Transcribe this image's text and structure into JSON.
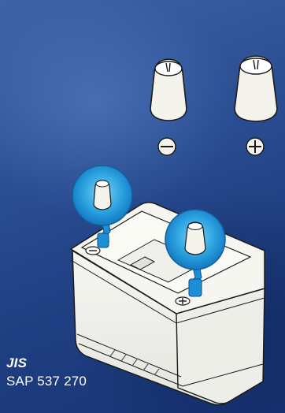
{
  "labels": {
    "standard": "JIS",
    "part_number": "SAP 537 270"
  },
  "colors": {
    "background": "#2c4f93",
    "accent": "#1c8fd6",
    "outline": "#1a1a1a",
    "part_fill": "#f4f4ec"
  },
  "icons": {
    "negative_terminal_post": "negative-terminal-post-icon",
    "positive_terminal_post": "positive-terminal-post-icon",
    "minus_symbol": "minus-symbol-icon",
    "plus_symbol": "plus-symbol-icon",
    "battery": "battery-illustration"
  }
}
